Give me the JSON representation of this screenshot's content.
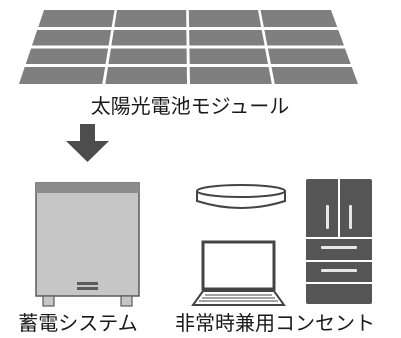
{
  "labels": {
    "solar_panel": "太陽光電池モジュール",
    "storage": "蓄電システム",
    "appliances": "非常時兼用コンセント"
  },
  "colors": {
    "panel_cell": "#7f7f7f",
    "arrow": "#4d4d4d",
    "battery_body": "#c6c6c6",
    "battery_outline": "#5a5a5a",
    "battery_top": "#8c8c8c",
    "fridge": "#555555",
    "line_art": "#444444",
    "text": "#1a1a1a"
  },
  "icons": [
    "solar-panel-icon",
    "down-arrow-icon",
    "storage-battery-icon",
    "ceiling-light-icon",
    "laptop-icon",
    "refrigerator-icon"
  ]
}
